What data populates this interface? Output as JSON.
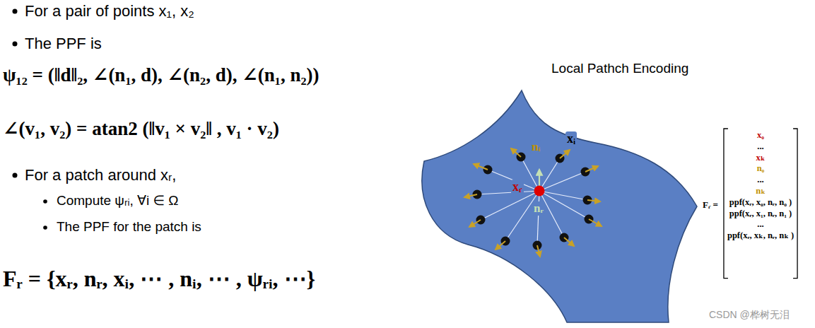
{
  "diagram": {
    "nodes": [
      {
        "text": [
          "Local Pathch Encoding",
          "xᵢ",
          "nᵢ",
          "xᵣ",
          "nᵣ"
        ]
      }
    ],
    "labels": [
      "For a pair of points x₁, x₂",
      "The PPF is",
      "ψ₁₂ = (‖d‖₂, ∠(n₁, d), ∠(n₂, d), ∠(n₁, n₂))",
      "∠(v₁, v₂) = atan2 (‖v₁ × v₂‖ , v₁ · v₂)",
      "For a patch around xᵣ,",
      "Compute ψᵣᵢ, ∀i ∈ Ω",
      "The PPF for the patch is",
      "Fᵣ = {xᵣ, nᵣ, xᵢ, ⋯ , nᵢ, ⋯ , ψᵣᵢ, ⋯}",
      "Fᵣ =",
      "x₀",
      "...",
      "xₖ",
      "n₀",
      "...",
      "nₖ",
      "ppf(xᵣ, x₀, nᵣ, n₀ )",
      "ppf(xᵣ, x₁, nᵣ, n₁ )",
      "...",
      "ppf(xᵣ, xₖ, nᵣ, nₖ )",
      "CSDN @桦树无泪"
    ]
  }
}
